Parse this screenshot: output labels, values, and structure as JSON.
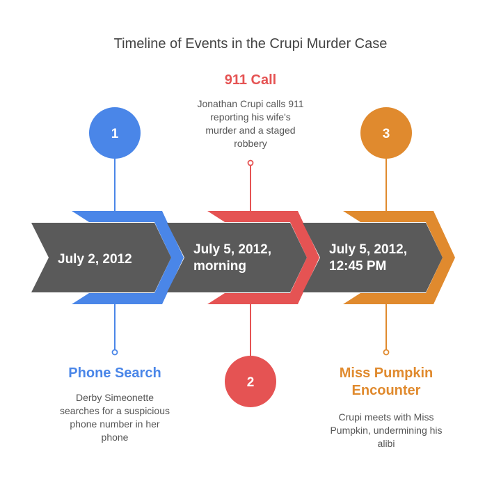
{
  "title": "Timeline of Events in the Crupi Murder Case",
  "colors": {
    "arrow_gray": "#5a5a5a",
    "blue": "#4a86e8",
    "red": "#e55353",
    "orange": "#e08a2e",
    "text_light": "#ffffff"
  },
  "events": [
    {
      "number": "1",
      "date_lines": [
        "July 2, 2012"
      ],
      "title": "Phone Search",
      "description": "Derby Simeonette searches for a suspicious phone number in her phone",
      "color": "#4a86e8"
    },
    {
      "number": "2",
      "date_lines": [
        "July 5, 2012,",
        "morning"
      ],
      "title": "911 Call",
      "description": "Jonathan Crupi calls 911 reporting his wife's murder and a staged robbery",
      "color": "#e55353"
    },
    {
      "number": "3",
      "date_lines": [
        "July 5, 2012,",
        "12:45 PM"
      ],
      "title": "Miss Pumpkin Encounter",
      "description": "Crupi meets with Miss Pumpkin, undermining his alibi",
      "color": "#e08a2e"
    }
  ]
}
